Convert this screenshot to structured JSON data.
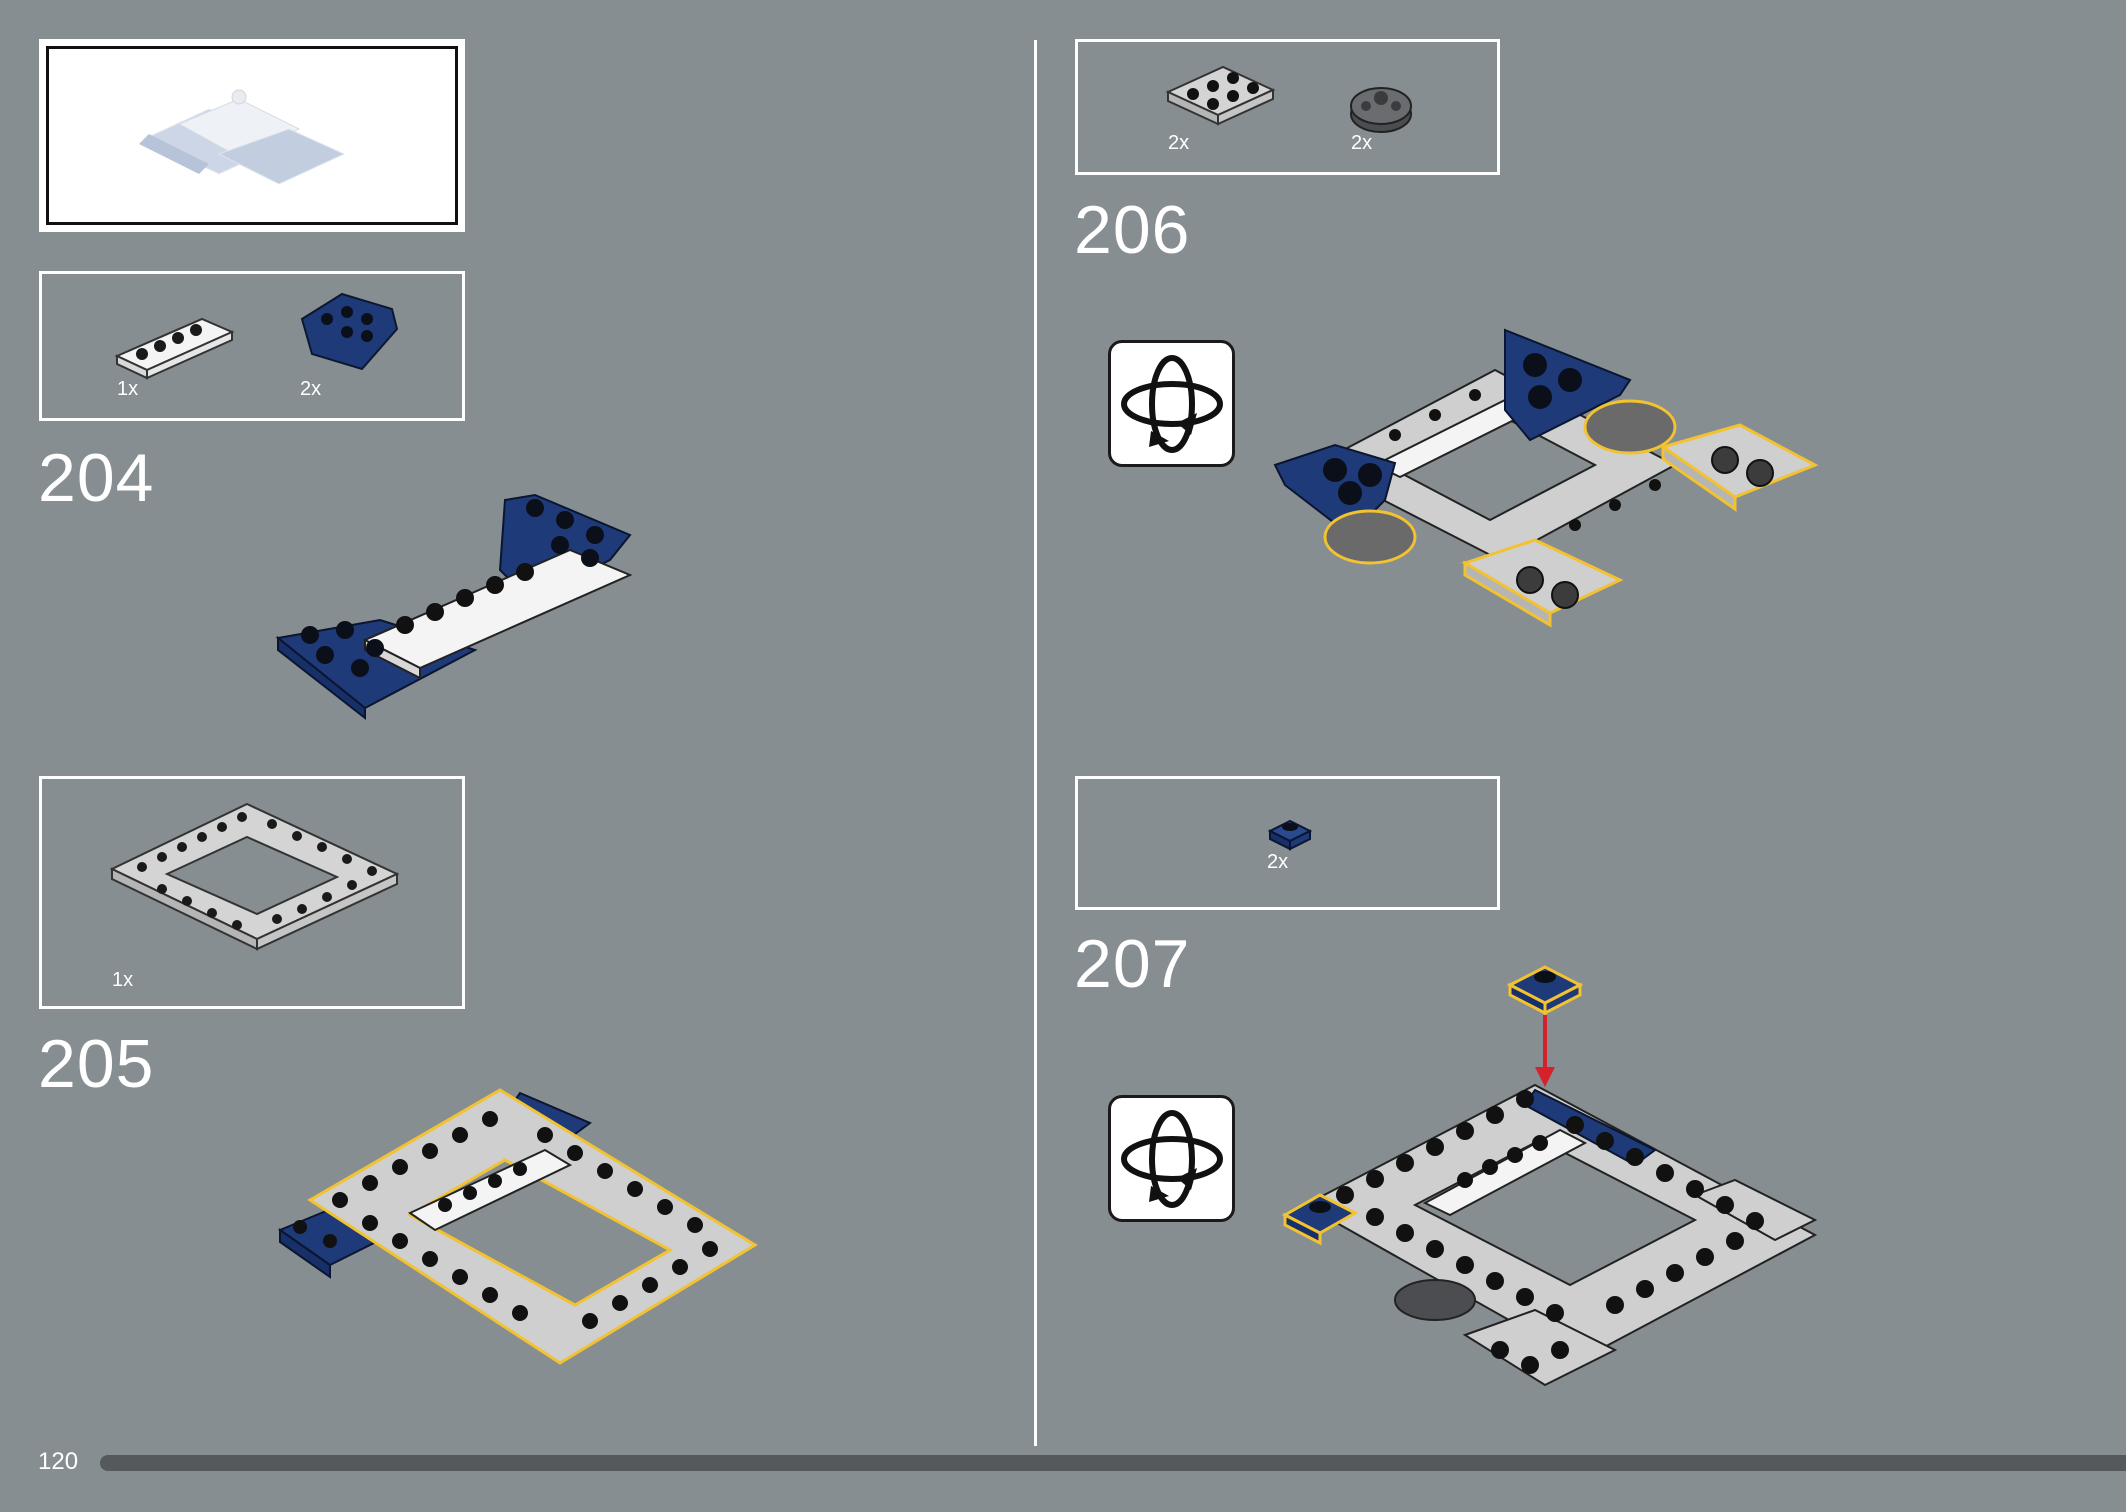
{
  "page": {
    "number": "120",
    "progress": 0.0
  },
  "steps": [
    {
      "id": "204",
      "label": "204",
      "parts": [
        {
          "qty": "1x",
          "desc": "white plate 1x4"
        },
        {
          "qty": "2x",
          "desc": "dark blue wedge plate"
        }
      ]
    },
    {
      "id": "205",
      "label": "205",
      "parts": [
        {
          "qty": "1x",
          "desc": "light grey frame plate"
        }
      ]
    },
    {
      "id": "206",
      "label": "206",
      "parts": [
        {
          "qty": "2x",
          "desc": "light grey plate 2x3"
        },
        {
          "qty": "2x",
          "desc": "dark grey round plate"
        }
      ]
    },
    {
      "id": "207",
      "label": "207",
      "parts": [
        {
          "qty": "2x",
          "desc": "dark blue plate 1x1"
        }
      ]
    }
  ],
  "icons": {
    "rotate": "rotate-model-icon",
    "arrow": "down-arrow-icon"
  },
  "colors": {
    "background": "#868e91",
    "dark_blue": "#1f3a78",
    "light_grey": "#c9c9c9",
    "white": "#ffffff",
    "highlight": "#f2c230",
    "arrow": "#d4212c"
  }
}
